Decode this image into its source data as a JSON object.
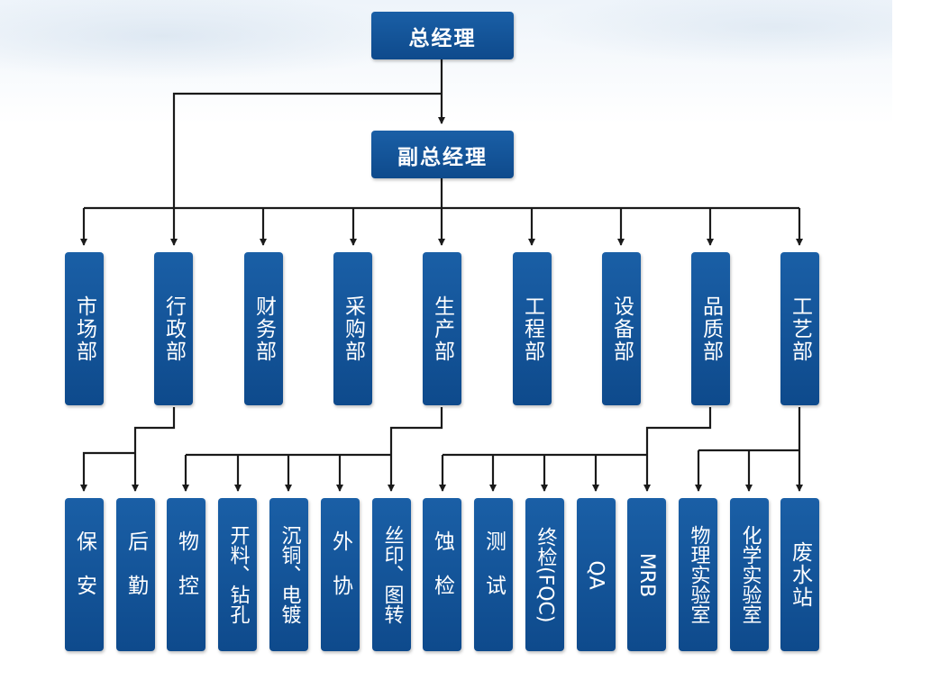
{
  "top": {
    "gm": "总经理",
    "dgm": "副总经理"
  },
  "departments": [
    "市场部",
    "行政部",
    "财务部",
    "采购部",
    "生产部",
    "工程部",
    "设备部",
    "品质部",
    "工艺部"
  ],
  "units": {
    "baoan": "保安",
    "houqin": "后勤",
    "wukong": "物控",
    "kailiao": "开料、钻孔",
    "chentong": "沉铜、电镀",
    "waixie": "外协",
    "siyin": "丝印、图转",
    "shijian": "蚀检",
    "ceshi": "测试",
    "zhongjian": "终检(FQC)",
    "qa": "QA",
    "mrb": "MRB",
    "wuli": "物理实验室",
    "huaxue": "化学实验室",
    "feishui": "废水站"
  }
}
